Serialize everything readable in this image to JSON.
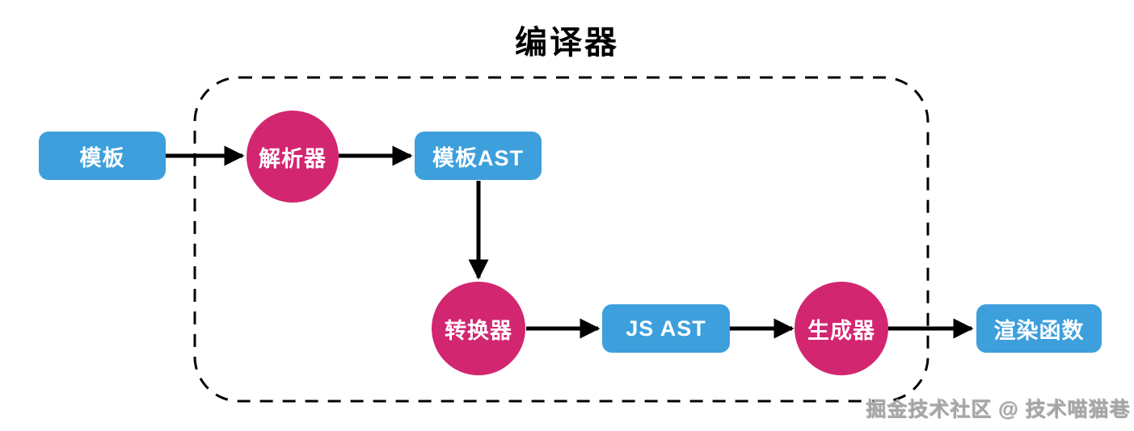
{
  "title": "编译器",
  "watermark": "掘金技术社区 @ 技术喵猫巷",
  "colors": {
    "node_blue": "#3D9FDC",
    "node_pink": "#D22670",
    "line": "#000000",
    "text_on_node": "#FFFFFF",
    "title_text": "#000000",
    "watermark_text": "#A5A5A5"
  },
  "diagram": {
    "boundary_label": "编译器",
    "nodes": [
      {
        "id": "template",
        "label": "模板",
        "shape": "rect",
        "inside_compiler": false
      },
      {
        "id": "parser",
        "label": "解析器",
        "shape": "circle",
        "inside_compiler": true
      },
      {
        "id": "template-ast",
        "label": "模板AST",
        "shape": "rect",
        "inside_compiler": true
      },
      {
        "id": "transformer",
        "label": "转换器",
        "shape": "circle",
        "inside_compiler": true
      },
      {
        "id": "js-ast",
        "label": "JS AST",
        "shape": "rect",
        "inside_compiler": true
      },
      {
        "id": "generator",
        "label": "生成器",
        "shape": "circle",
        "inside_compiler": true
      },
      {
        "id": "render-function",
        "label": "渲染函数",
        "shape": "rect",
        "inside_compiler": false
      }
    ],
    "edges": [
      {
        "from": "模板",
        "to": "解析器"
      },
      {
        "from": "解析器",
        "to": "模板AST"
      },
      {
        "from": "模板AST",
        "to": "转换器"
      },
      {
        "from": "转换器",
        "to": "JS AST"
      },
      {
        "from": "JS AST",
        "to": "生成器"
      },
      {
        "from": "生成器",
        "to": "渲染函数"
      }
    ]
  }
}
